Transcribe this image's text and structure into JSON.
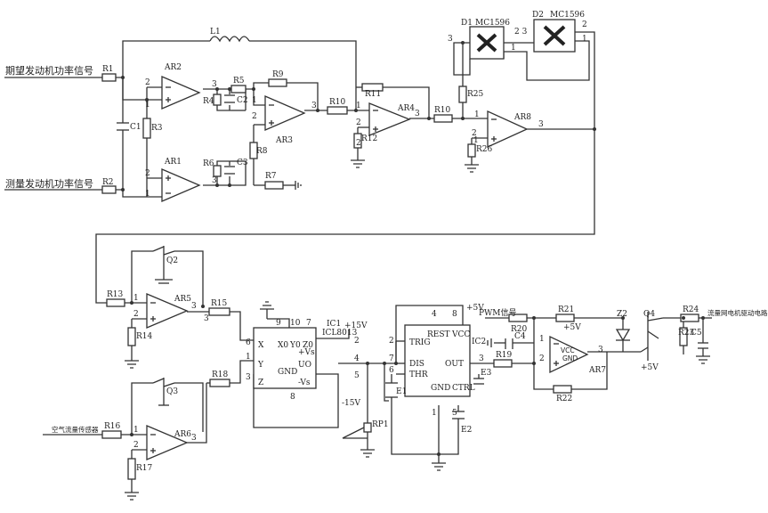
{
  "signals": {
    "desired": "期望发动机功率信号",
    "measured": "测量发动机功率信号",
    "airflow": "空气流量传感器",
    "pwm": "PWM信号",
    "output": "流量网电机驱动电路"
  },
  "amps": {
    "ar1": "AR1",
    "ar2": "AR2",
    "ar3": "AR3",
    "ar4": "AR4",
    "ar5": "AR5",
    "ar6": "AR6",
    "ar7": "AR7",
    "ar8": "AR8"
  },
  "res": {
    "r1": "R1",
    "r2": "R2",
    "r3": "R3",
    "r4": "R4",
    "r5": "R5",
    "r6": "R6",
    "r7": "R7",
    "r8": "R8",
    "r9": "R9",
    "r10a": "R10",
    "r10b": "R10",
    "r11": "R11",
    "r12": "R12",
    "r13": "R13",
    "r14": "R14",
    "r15": "R15",
    "r16": "R16",
    "r17": "R17",
    "r18": "R18",
    "r19": "R19",
    "r20": "R20",
    "r21": "R21",
    "r22": "R22",
    "r23": "R23",
    "r24": "R24",
    "r25": "R25",
    "r26": "R26",
    "rp1": "RP1"
  },
  "caps": {
    "c1": "C1",
    "c2": "C2",
    "c3": "C3",
    "c4": "C4",
    "c5": "C5",
    "e1": "E1",
    "e2": "E2",
    "e3": "E3"
  },
  "parts": {
    "l1": "L1",
    "d1": "D1",
    "d2": "D2",
    "d1model": "MC1596",
    "d2model": "MC1596",
    "q2": "Q2",
    "q3": "Q3",
    "q4": "Q4",
    "z2": "Z2",
    "ic1": "IC1",
    "ic1model": "ICL8013",
    "ic2": "IC2"
  },
  "ic1pins": {
    "x": "X",
    "y": "Y",
    "z": "Z",
    "x0": "X0",
    "y0": "Y0",
    "z0": "Z0",
    "vs_p": "+Vs",
    "vs_n": "-Vs",
    "uo": "UO",
    "gnd": "GND"
  },
  "ic2pins": {
    "trig": "TRIG",
    "rest": "REST",
    "vcc": "VCC",
    "dis": "DIS",
    "thr": "THR",
    "out": "OUT",
    "gnd": "GND",
    "ctrl": "CTRL"
  },
  "ar7pins": {
    "vcc": "VCC",
    "gnd": "GND"
  },
  "supplies": {
    "p15": "+15V",
    "n15": "-15V",
    "p5a": "+5V",
    "p5b": "+5V",
    "p5c": "+5V"
  },
  "pins": {
    "p2a": "2",
    "p1a": "1",
    "p3a": "3",
    "p2b": "2",
    "p1b": "1",
    "p3b": "3",
    "p2c": "2",
    "p1c": "1",
    "p3c": "3",
    "p2d": "2",
    "p1d": "1",
    "p3d": "3",
    "p2e": "2",
    "p1e": "1",
    "p3e": "3",
    "p2f": "2",
    "p1f": "1",
    "p3f": "3",
    "p2g": "2",
    "p1g": "1",
    "p3g": "3",
    "p2h": "2",
    "p1h": "1",
    "p3h": "3",
    "d1_3": "3",
    "d1_23": "2 3",
    "d2_2": "2",
    "d2_1": "1",
    "d1_1": "1",
    "ic1_6": "6",
    "ic1_1": "1",
    "ic1_3": "3",
    "ic1_2": "2",
    "ic1_4": "4",
    "ic1_5": "5",
    "ic1_9": "9",
    "ic1_10": "10",
    "ic1_7": "7",
    "ic1_8": "8",
    "ic2_2": "2",
    "ic2_4": "4",
    "ic2_8": "8",
    "ic2_7": "7",
    "ic2_6": "6",
    "ic2_3": "3",
    "ic2_1": "1",
    "ic2_5": "5",
    "ar7_1": "1",
    "ar7_2": "2",
    "ar7_3": "3"
  }
}
